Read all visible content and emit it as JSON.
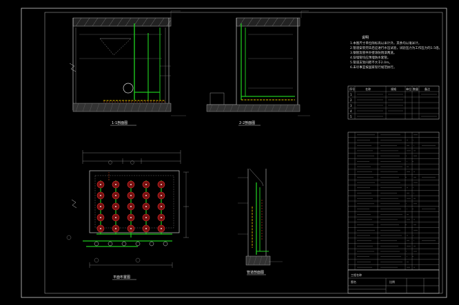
{
  "views": {
    "elevation_a": {
      "title": "1-1剖面图"
    },
    "elevation_b": {
      "title": "2-2剖面图"
    },
    "plan": {
      "title": "平面布置图"
    },
    "detail": {
      "title": "管道剖面图"
    }
  },
  "notes": {
    "heading": "说明",
    "lines": [
      "1.本图尺寸单位除标高以米计外，其余均以毫米计。",
      "2.管道安装完毕后应进行水压试验，试验压力为工作压力的1.5倍。",
      "3.钢管及管件外壁涂防锈漆两道。",
      "4.穿墙管均应预埋防水套管。",
      "5.管道支架间距不大于2.0m。",
      "6.未尽事宜按国家现行规范执行。"
    ]
  },
  "table_small": {
    "headers": [
      "序号",
      "名称",
      "规格",
      "单位",
      "数量",
      "备注"
    ],
    "rows": [
      [
        "1",
        "",
        "",
        "",
        "",
        ""
      ],
      [
        "2",
        "",
        "",
        "",
        "",
        ""
      ],
      [
        "3",
        "",
        "",
        "",
        "",
        ""
      ],
      [
        "4",
        "",
        "",
        "",
        "",
        ""
      ],
      [
        "5",
        "",
        "",
        "",
        "",
        ""
      ]
    ]
  },
  "title_block": {
    "name_line": "工程名称",
    "drawing_line": "图名",
    "scale": "比例"
  }
}
